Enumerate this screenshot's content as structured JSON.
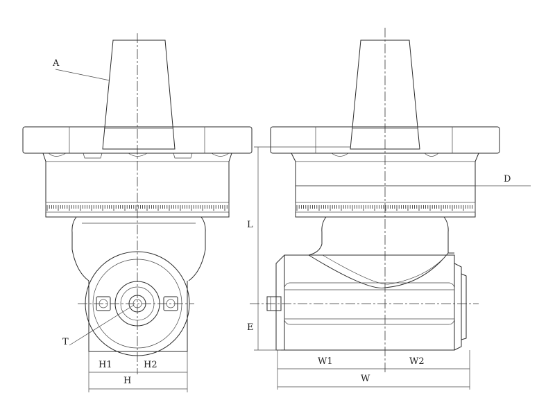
{
  "labels": {
    "A": "A",
    "T": "T",
    "H1": "H1",
    "H2": "H2",
    "H": "H",
    "L": "L",
    "E": "E",
    "D": "D",
    "W1": "W1",
    "W2": "W2",
    "W": "W"
  }
}
